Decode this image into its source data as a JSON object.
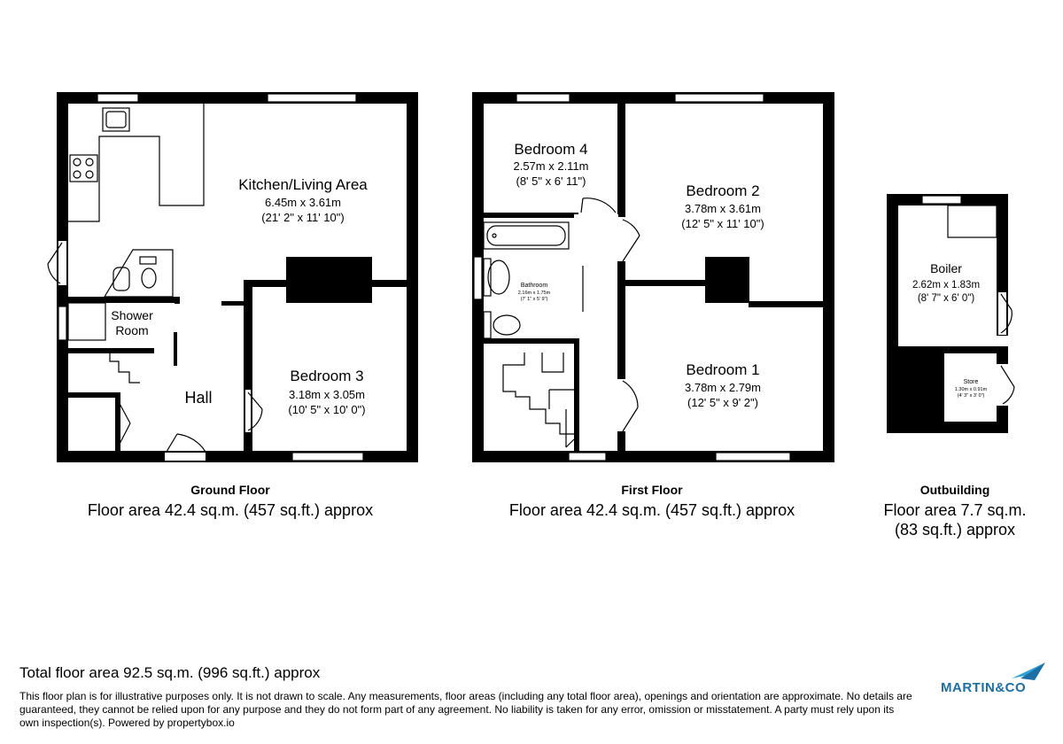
{
  "ground_floor": {
    "title": "Ground Floor",
    "area": "Floor area 42.4 sq.m. (457 sq.ft.) approx",
    "rooms": {
      "kitchen": {
        "name": "Kitchen/Living Area",
        "metric": "6.45m x 3.61m",
        "imperial": "(21' 2\" x 11' 10\")"
      },
      "shower_line1": "Shower",
      "shower_line2": "Room",
      "hall": "Hall",
      "bedroom3": {
        "name": "Bedroom 3",
        "metric": "3.18m x 3.05m",
        "imperial": "(10' 5\" x 10' 0\")"
      }
    }
  },
  "first_floor": {
    "title": "First Floor",
    "area": "Floor area 42.4 sq.m. (457 sq.ft.) approx",
    "rooms": {
      "bedroom4": {
        "name": "Bedroom 4",
        "metric": "2.57m x 2.11m",
        "imperial": "(8' 5\" x 6' 11\")"
      },
      "bedroom2": {
        "name": "Bedroom 2",
        "metric": "3.78m x 3.61m",
        "imperial": "(12' 5\" x 11' 10\")"
      },
      "bathroom": {
        "name": "Bathroom",
        "metric": "2.16m x 1.75m",
        "imperial": "(7' 1\" x 5' 9\")"
      },
      "bedroom1": {
        "name": "Bedroom 1",
        "metric": "3.78m x 2.79m",
        "imperial": "(12' 5\" x 9' 2\")"
      }
    }
  },
  "outbuilding": {
    "title": "Outbuilding",
    "area_line1": "Floor area 7.7 sq.m.",
    "area_line2": "(83 sq.ft.) approx",
    "rooms": {
      "boiler": {
        "name": "Boiler",
        "metric": "2.62m x 1.83m",
        "imperial": "(8' 7\" x 6' 0\")"
      },
      "store": {
        "name": "Store",
        "metric": "1.30m x 0.91m",
        "imperial": "(4' 3\" x 3' 0\")"
      }
    }
  },
  "total_area": "Total floor area 92.5 sq.m. (996 sq.ft.) approx",
  "disclaimer": "This floor plan is for illustrative purposes only. It is not drawn to scale. Any measurements, floor areas (including any total floor area), openings and orientation are approximate. No details are guaranteed, they cannot be relied upon for any purpose and they do not form part of any agreement. No liability is taken for any error, omission or misstatement. A party must rely upon its own inspection(s). Powered by propertybox.io",
  "logo": {
    "text": "MARTIN&CO",
    "color": "#1c6ea4",
    "accent": "#2ea3d8"
  }
}
